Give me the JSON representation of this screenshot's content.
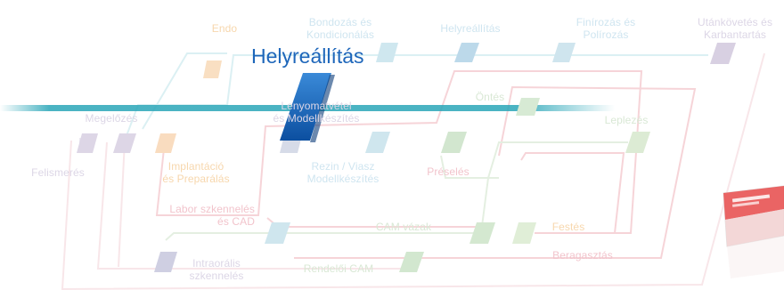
{
  "diagram": {
    "highlight": "Helyreállítás",
    "top_labels": {
      "endo": "Endo",
      "bondozas_line1": "Bondozás és",
      "bondozas_line2": "Kondicionálás",
      "helyreallitas": "Helyreállítás",
      "finirozas_line1": "Finírozás és",
      "finirozas_line2": "Polírozás",
      "utankovetes_line1": "Utánkövetés és",
      "utankovetes_line2": "Karbantartás"
    },
    "middle_labels": {
      "megelozes": "Megelőzés",
      "lenyomat_line1": "Lenyomatvétel",
      "lenyomat_line2": "és Modellkészítés",
      "ontes": "Öntés",
      "leplezes": "Leplezés"
    },
    "lower_labels": {
      "felismeres": "Felismerés",
      "implantacio_line1": "Implantáció",
      "implantacio_line2": "és Preparálás",
      "rezin_line1": "Rezin / Viasz",
      "rezin_line2": "Modellkészítés",
      "preseles": "Préselés",
      "labor_line1": "Labor szkennelés",
      "labor_line2": "és CAD",
      "cam_vazak": "CAM vázak",
      "festes": "Festés",
      "intraoralis_line1": "Intraorális",
      "intraoralis_line2": "szkennelés",
      "rendeloi_cam": "Rendelői CAM",
      "beragasztas": "Beragasztás"
    },
    "product_image": "product-box-photo",
    "colors": {
      "highlight_blue": "#1d66ba",
      "highlight_bar": "#2aa6b8",
      "pink": "#f2c4cc",
      "orange": "#f7d7ad",
      "blue": "#cfe5f0",
      "green": "#d9e8d5",
      "lavender": "#dcd6e6",
      "red_badge": "#e84a4a"
    }
  }
}
